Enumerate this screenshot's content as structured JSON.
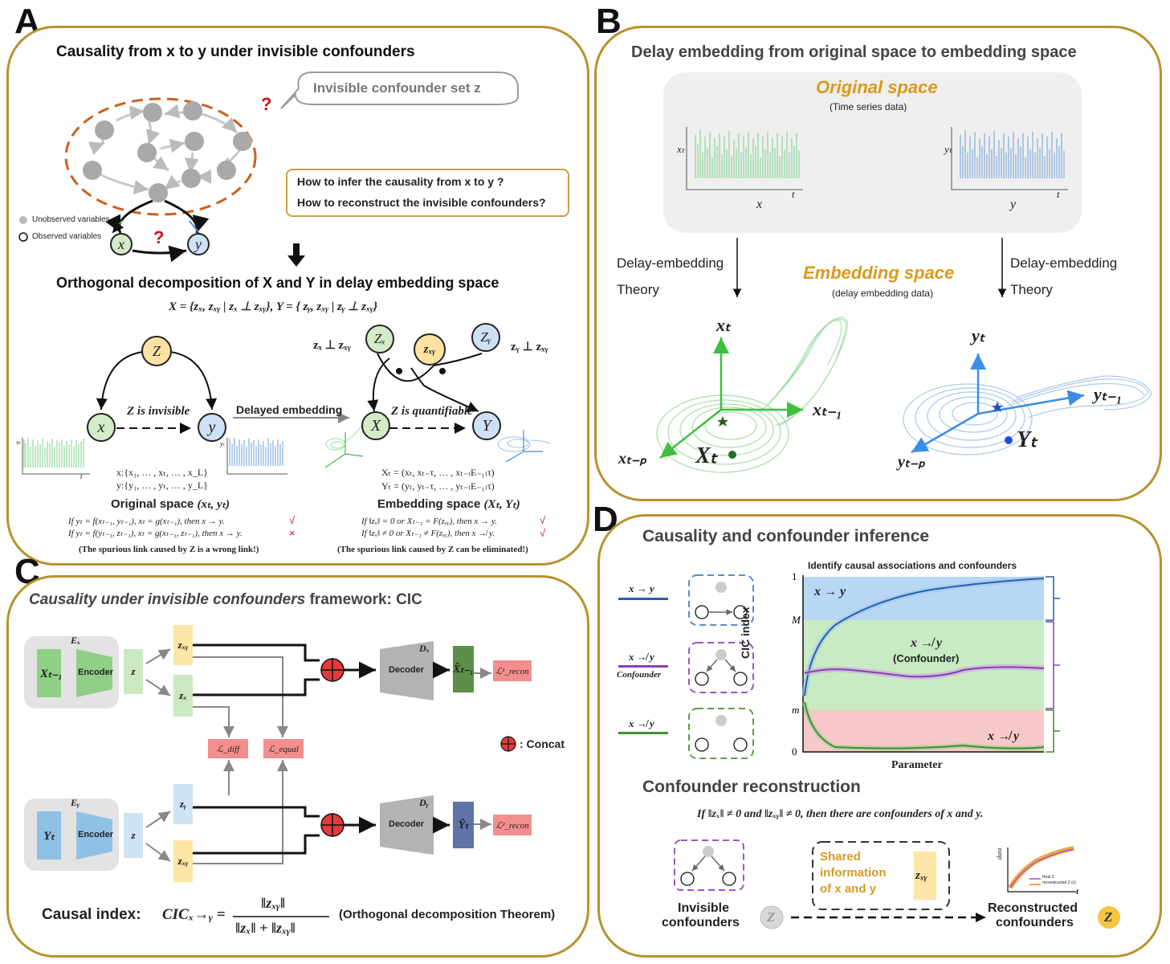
{
  "panel_a": {
    "letter": "A",
    "title": "Causality from x to y under invisible confounders",
    "bubble": "Invisible confounder set z",
    "question": "?",
    "question2": "?",
    "q1": "How to infer the causality from x to y ?",
    "q2": "How to reconstruct the invisible confounders?",
    "legend_unobserved": "Unobserved variables",
    "legend_observed": "Observed variables",
    "node_x": "x",
    "node_y": "y",
    "section_title": "Orthogonal decomposition of X and Y in delay embedding space",
    "decomp_formula": "X = {zₓ, zₓᵧ | zₓ ⊥ zₓᵧ}, Y = { zᵧ, zₓᵧ | zᵧ ⊥ zₓᵧ}",
    "node_z": "Z",
    "z_invisible": "Z is invisible",
    "delayed_embedding": "Delayed  embedding",
    "node_zx": "Zₓ",
    "node_zxy": "zₓᵧ",
    "node_zy": "Zᵧ",
    "zx_perp": "zₓ ⊥ zₓᵧ",
    "zy_perp": "zᵧ ⊥ zₓᵧ",
    "node_X": "X",
    "node_Y": "Y",
    "z_quantifiable": "Z is quantifiable",
    "ts_x_label": "x:{x₁, … , xₜ, … , x_L}",
    "ts_y_label": "y:{y₁, … , yₜ, … , y_L}",
    "orig_space": "Original space",
    "orig_space_math": "(xₜ, yₜ)",
    "emb_X": "Xₜ = (xₜ, xₜ₋τ, … , xₜ₋₍E₋₁₎τ)",
    "emb_Y": "Yₜ = (yₜ, yₜ₋τ, … , yₜ₋₍E₋₁₎τ)",
    "emb_space": "Embedding space",
    "emb_space_math": "(Xₜ, Yₜ)",
    "rule1": "If yₜ = f(xₜ₋₁, yₜ₋₁), xₜ = g(xₜ₋₁), then x → y.",
    "rule2": "If yₜ = f(yₜ₋₁, zₜ₋₁), xₜ = g(xₜ₋₁, zₜ₋₁), then x → y.",
    "mark1": "√",
    "mark2": "×",
    "rule3": "If ‖zₓ‖ = 0 or Xₜ₋₁ = F(zₓᵧ), then x → y.",
    "rule4": "If ‖zₓ‖ ≠ 0 or Xₜ₋₁ ≠ F(zₓᵧ), then x ↛ y.",
    "mark3": "√",
    "mark4": "√",
    "note_left": "(The spurious link caused by Z is a wrong link!)",
    "note_right": "(The spurious link caused by Z can be eliminated!)",
    "axis_t": "t",
    "mini_xt": "xₜ",
    "mini_yt": "yₜ"
  },
  "panel_b": {
    "letter": "B",
    "title": "Delay embedding from original space to embedding space",
    "orig_title": "Original space",
    "orig_sub": "(Time series data)",
    "xt_label": "xₜ",
    "yt_label": "yₜ",
    "x_axis": "x",
    "y_axis": "y",
    "t_axis": "t",
    "delay_left_1": "Delay-embedding",
    "delay_left_2": "Theory",
    "delay_right_1": "Delay-embedding",
    "delay_right_2": "Theory",
    "emb_title": "Embedding space",
    "emb_sub": "(delay embedding data)",
    "ax_xt": "xₜ",
    "ax_xt1": "xₜ₋₁",
    "ax_xtp": "xₜ₋ₚ",
    "pt_Xt": "Xₜ",
    "ax_yt": "yₜ",
    "ax_yt1": "yₜ₋₁",
    "ax_ytp": "yₜ₋ₚ",
    "pt_Yt": "Yₜ"
  },
  "panel_c": {
    "letter": "C",
    "title_italic": "Causality under invisible confounders",
    "title_rest": " framework: CIC",
    "ex": "Eₓ",
    "ey": "Eᵧ",
    "in_x": "Xₜ₋₁",
    "in_y": "Yₜ",
    "encoder": "Encoder",
    "z": "z",
    "zxy": "zₓᵧ",
    "zx": "zₓ",
    "zy": "zᵧ",
    "ldiff": "ℒ_diff",
    "lequal": "ℒ_equal",
    "dx": "Dₓ",
    "dy": "Dᵧ",
    "decoder": "Decoder",
    "out_x": "X̂ₜ₋₁",
    "out_y": "Ŷₜ",
    "lrecon1": "ℒ¹_recon",
    "lrecon2": "ℒ²_recon",
    "concat": ": Concat",
    "causal_index": "Causal index:",
    "cic_formula_lhs": "CICₓ→ᵧ =",
    "cic_num": "‖zₓᵧ‖",
    "cic_den": "‖zₓ‖ + ‖zₓᵧ‖",
    "theorem": "(Orthogonal decomposition Theorem)"
  },
  "panel_d": {
    "letter": "D",
    "title": "Causality and confounder inference",
    "leg1": "x → y",
    "leg2": "x ↛ y",
    "leg2_sub": "Confounder",
    "leg3": "x ↛ y",
    "chart_title": "Identify causal associations and confounders",
    "ylabel": "CIC index",
    "xlabel": "Parameter",
    "tick_1": "1",
    "tick_M": "M",
    "tick_m": "m",
    "tick_0": "0",
    "region_top": "x → y",
    "region_mid": "x ↛ y",
    "region_mid_sub": "(Confounder)",
    "region_bot": "x ↛ y",
    "recon_title": "Confounder reconstruction",
    "recon_rule": "If ‖zₓ‖ ≠ 0 and ‖zₓᵧ‖ ≠ 0, then there are confounders of x and y.",
    "shared_1": "Shared",
    "shared_2": "information",
    "shared_3": "of x and y",
    "shared_zxy": "zₓᵧ",
    "invisible_1": "Invisible",
    "invisible_2": "confounders",
    "recon_1": "Reconstructed",
    "recon_2": "confounders",
    "z_badge": "Z",
    "mini_ylabel": "data",
    "mini_xlabel": "t",
    "mini_leg1": "Real Z",
    "mini_leg2": "reconstructed Z (x)"
  },
  "colors": {
    "panel_border": "#b8922e",
    "green": "#5fb86a",
    "blue": "#4f8fcf",
    "purple": "#8a3fb5",
    "dark_blue": "#2b5ea8",
    "gold": "#d99a1c"
  },
  "chart_data": {
    "type": "line",
    "title": "Identify causal associations and confounders",
    "xlabel": "Parameter",
    "ylabel": "CIC index",
    "y_ticks": [
      "0",
      "m",
      "M",
      "1"
    ],
    "bands": [
      {
        "name": "x → y",
        "from": "M",
        "to": "1",
        "color": "#b7d7f5"
      },
      {
        "name": "x ↛ y (Confounder)",
        "from": "m",
        "to": "M",
        "color": "#c9ebc3"
      },
      {
        "name": "x ↛ y",
        "from": "0",
        "to": "m",
        "color": "#f7c8c8"
      }
    ],
    "series": [
      {
        "name": "x → y",
        "color": "#2b5ea8",
        "trend": "rises quickly from about M toward 1"
      },
      {
        "name": "x ↛ y (Confounder)",
        "color": "#8a3fb5",
        "trend": "roughly flat in the middle band"
      },
      {
        "name": "x ↛ y",
        "color": "#3f8f2f",
        "trend": "drops quickly from about m to near 0"
      }
    ]
  }
}
